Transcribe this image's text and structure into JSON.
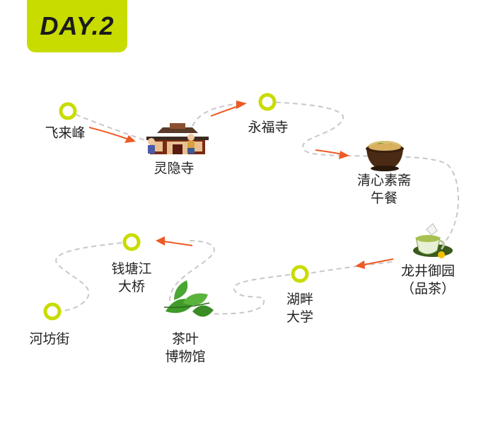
{
  "title": "DAY.2",
  "colors": {
    "accent": "#c8dc00",
    "route": "#c8c8c8",
    "arrow": "#ee5a24",
    "text": "#222222"
  },
  "stops": [
    {
      "name": "飞来峰",
      "lines": [
        "飞来峰"
      ],
      "marker": "circle"
    },
    {
      "name": "灵隐寺",
      "lines": [
        "灵隐寺"
      ],
      "marker": "temple-icon"
    },
    {
      "name": "永福寺",
      "lines": [
        "永福寺"
      ],
      "marker": "circle"
    },
    {
      "name": "清心素斋午餐",
      "lines": [
        "清心素斋",
        "午餐"
      ],
      "marker": "food-pot-icon"
    },
    {
      "name": "龙井御园（品茶）",
      "lines": [
        "龙井御园",
        "（品茶）"
      ],
      "marker": "tea-cup-icon"
    },
    {
      "name": "湖畔大学",
      "lines": [
        "湖畔",
        "大学"
      ],
      "marker": "circle"
    },
    {
      "name": "茶叶博物馆",
      "lines": [
        "茶叶",
        "博物馆"
      ],
      "marker": "tea-leaf-icon"
    },
    {
      "name": "钱塘江大桥",
      "lines": [
        "钱塘江",
        "大桥"
      ],
      "marker": "circle"
    },
    {
      "name": "河坊街",
      "lines": [
        "河坊街"
      ],
      "marker": "circle"
    }
  ]
}
